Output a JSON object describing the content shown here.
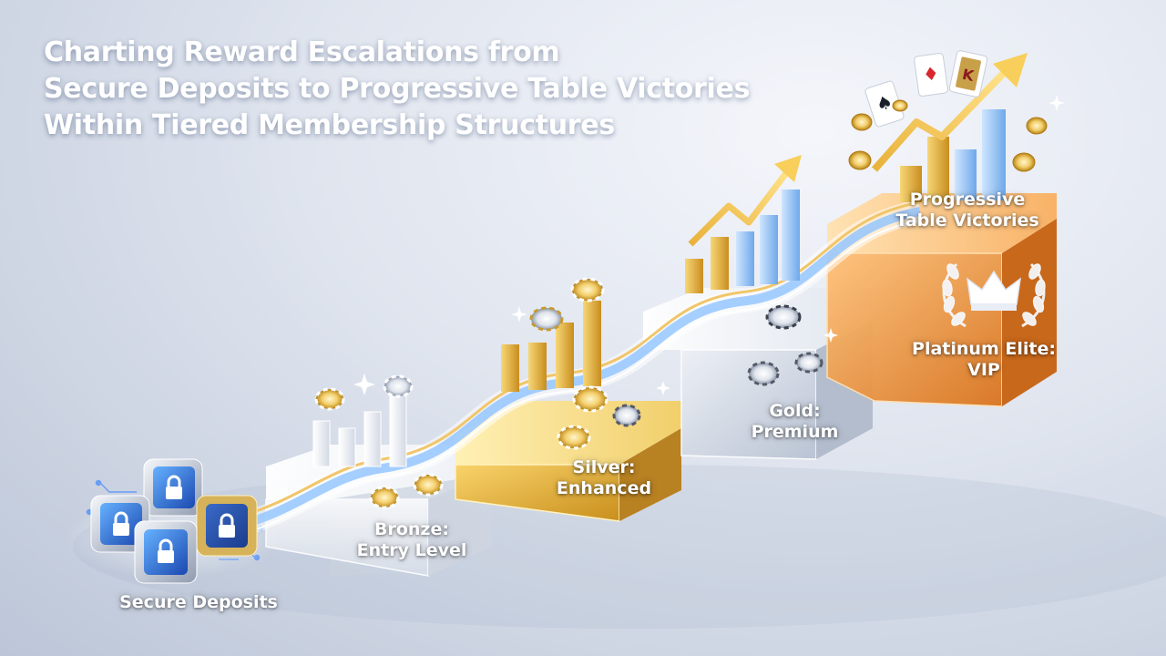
{
  "title": {
    "line1": "Charting Reward Escalations from",
    "line2": "Secure Deposits to Progressive Table Victories",
    "line3": "Within Tiered Membership Structures"
  },
  "stages": {
    "secure_deposits": {
      "label": "Secure Deposits"
    },
    "bronze": {
      "line1": "Bronze:",
      "line2": "Entry Level"
    },
    "silver": {
      "line1": "Silver:",
      "line2": "Enhanced"
    },
    "gold": {
      "line1": "Gold:",
      "line2": "Premium"
    },
    "platinum": {
      "line1": "Platinum Elite:",
      "line2": "VIP"
    },
    "progressive": {
      "line1": "Progressive",
      "line2": "Table Victories"
    }
  },
  "colors": {
    "bronze_tier": "#e8ecf2",
    "silver_tier": "#e6b43a",
    "gold_tier": "#d7dde8",
    "platinum_tier": "#ef9a3c",
    "vault": "#2f6fd6",
    "ribbon": "#f1c66a",
    "chip": "#f5d37a"
  },
  "icons": [
    "lock-icon",
    "poker-chip-icon",
    "trend-arrow-icon",
    "crown-icon",
    "laurel-wreath-icon",
    "playing-card-icon",
    "gold-coin-icon",
    "sparkle-icon"
  ]
}
